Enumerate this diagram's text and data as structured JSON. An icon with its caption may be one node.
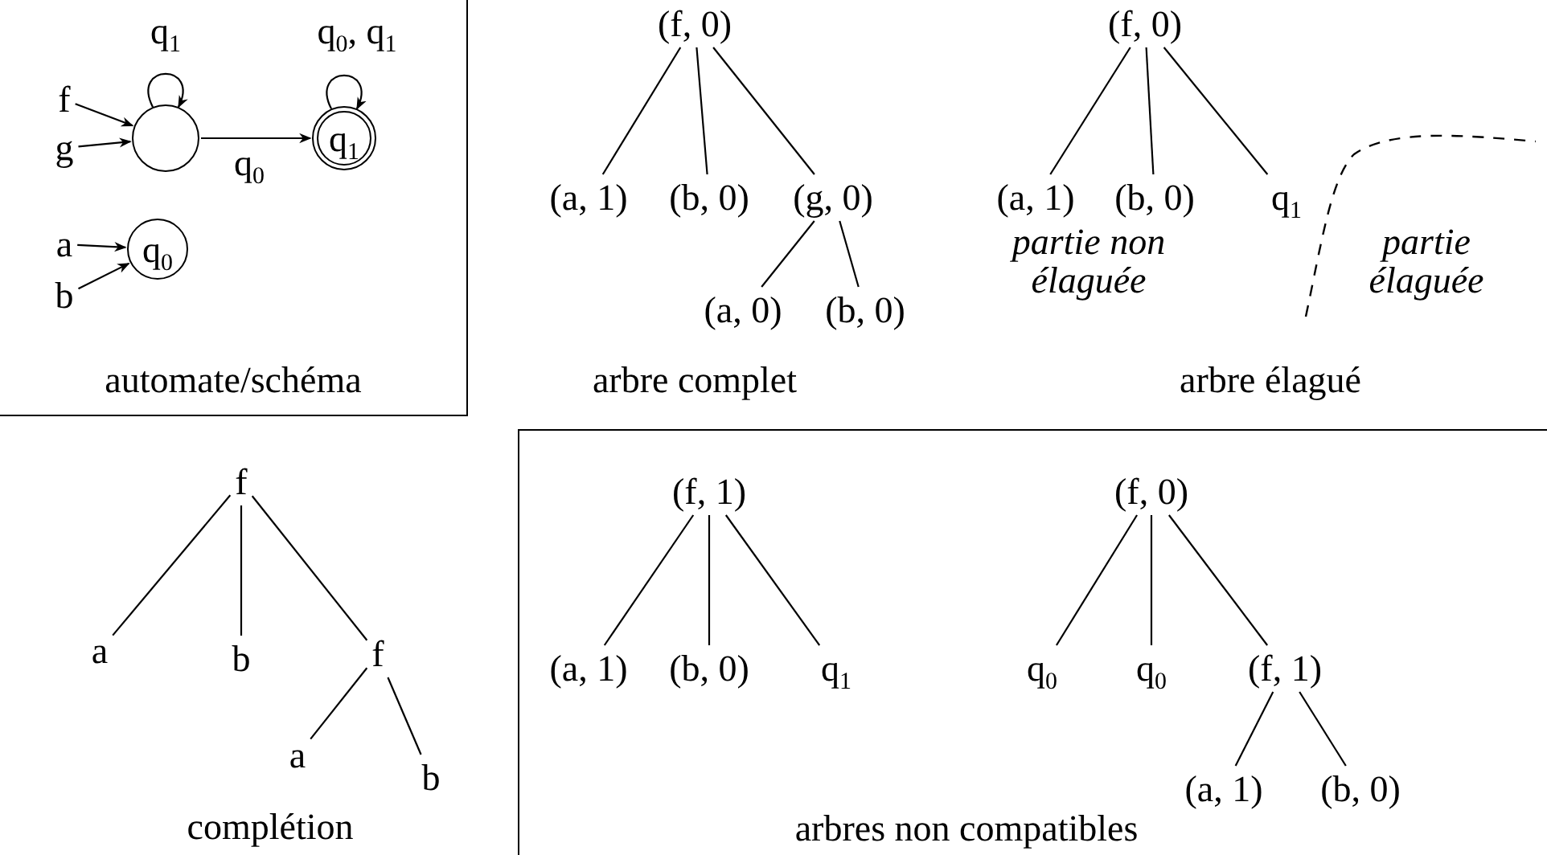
{
  "diagram": {
    "nodes": [
      {
        "text": [
          "automate/schéma"
        ]
      },
      {
        "text": [],
        "shape": "circle",
        "in": 0
      },
      {
        "text": [
          "q$_{1}$"
        ],
        "in": 0
      },
      {
        "text": [
          "f"
        ],
        "in": 0
      },
      {
        "text": [
          "g"
        ],
        "in": 0
      },
      {
        "text": [
          "a"
        ],
        "in": 0
      },
      {
        "text": [
          "b"
        ],
        "in": 0
      },
      {
        "text": [
          "q$_{0}$"
        ],
        "in": 0
      },
      {
        "text": [
          "(f, 0)"
        ]
      },
      {
        "text": [
          "(a, 1)"
        ]
      },
      {
        "text": [
          "(b, 0)"
        ]
      },
      {
        "text": [
          "(g, 0)"
        ]
      },
      {
        "text": [
          "(a, 0)"
        ]
      },
      {
        "text": [
          "(b, 0)"
        ]
      },
      {
        "text": [
          "(f, 0)"
        ]
      },
      {
        "text": [
          "(a, 1)"
        ]
      },
      {
        "text": [
          "(b, 0)"
        ]
      },
      {
        "text": [
          "q$_{1}$"
        ]
      },
      {
        "text": [
          "f"
        ]
      },
      {
        "text": [
          "a"
        ]
      },
      {
        "text": [
          "b"
        ]
      },
      {
        "text": [
          "f"
        ]
      },
      {
        "text": [
          "a"
        ]
      },
      {
        "text": [
          "b"
        ]
      },
      {
        "text": [
          "arbres non compatibles"
        ]
      },
      {
        "text": [
          "(f, 1)"
        ],
        "in": 24
      },
      {
        "text": [
          "(a, 1)"
        ],
        "in": 24
      },
      {
        "text": [
          "(b, 0)"
        ],
        "in": 24
      },
      {
        "text": [
          "q$_{1}$"
        ],
        "in": 24
      },
      {
        "text": [
          "(f, 0)"
        ],
        "in": 24
      },
      {
        "text": [
          "q$_{0}$"
        ],
        "in": 24
      },
      {
        "text": [
          "q$_{0}$"
        ],
        "in": 24
      },
      {
        "text": [
          "(f, 1)"
        ],
        "in": 24
      },
      {
        "text": [
          "(a, 1)"
        ],
        "in": 24
      },
      {
        "text": [
          "(b, 0)"
        ],
        "in": 24
      }
    ],
    "edges": [
      {
        "from": 1,
        "to": 1,
        "arrow": "to",
        "label": "q$_{1}$"
      },
      {
        "from": 2,
        "to": 2,
        "arrow": "to",
        "label": "q$_{0}$, q$_{1}$"
      },
      {
        "from": 1,
        "to": 2,
        "arrow": "to",
        "label": "q$_{0}$"
      },
      {
        "from": 3,
        "to": 1,
        "arrow": "to"
      },
      {
        "from": 4,
        "to": 1,
        "arrow": "to"
      },
      {
        "from": 5,
        "to": 7,
        "arrow": "to"
      },
      {
        "from": 6,
        "to": 7,
        "arrow": "to"
      },
      {
        "from": 8,
        "to": 9,
        "arrow": "none"
      },
      {
        "from": 8,
        "to": 10,
        "arrow": "none"
      },
      {
        "from": 8,
        "to": 11,
        "arrow": "none"
      },
      {
        "from": 11,
        "to": 12,
        "arrow": "none"
      },
      {
        "from": 11,
        "to": 13,
        "arrow": "none"
      },
      {
        "from": 14,
        "to": 15,
        "arrow": "none"
      },
      {
        "from": 14,
        "to": 16,
        "arrow": "none"
      },
      {
        "from": 14,
        "to": 17,
        "arrow": "none"
      },
      {
        "from": 18,
        "to": 19,
        "arrow": "none"
      },
      {
        "from": 18,
        "to": 20,
        "arrow": "none"
      },
      {
        "from": 18,
        "to": 21,
        "arrow": "none"
      },
      {
        "from": 21,
        "to": 22,
        "arrow": "none"
      },
      {
        "from": 21,
        "to": 23,
        "arrow": "none"
      },
      {
        "from": 25,
        "to": 26,
        "arrow": "none"
      },
      {
        "from": 25,
        "to": 27,
        "arrow": "none"
      },
      {
        "from": 25,
        "to": 28,
        "arrow": "none"
      },
      {
        "from": 29,
        "to": 30,
        "arrow": "none"
      },
      {
        "from": 29,
        "to": 31,
        "arrow": "none"
      },
      {
        "from": 29,
        "to": 32,
        "arrow": "none"
      },
      {
        "from": 32,
        "to": 33,
        "arrow": "none"
      },
      {
        "from": 32,
        "to": 34,
        "arrow": "none"
      }
    ],
    "labels": [
      "partie non élaguée",
      "partie élaguée",
      "arbre complet",
      "arbre élagué",
      "complétion"
    ]
  }
}
